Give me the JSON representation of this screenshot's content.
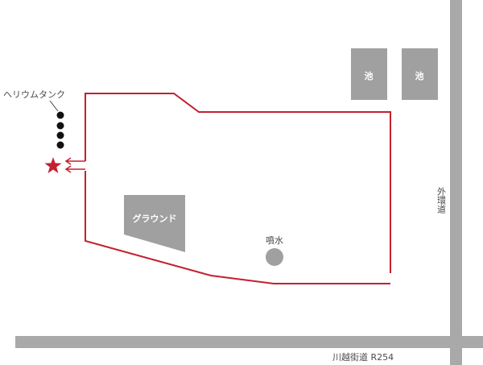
{
  "labels": {
    "helium_tank": "ヘリウムタンク",
    "pond_1": "池",
    "pond_2": "池",
    "ground": "グラウンド",
    "fountain": "噴水",
    "outer_ring_road": "外環道",
    "kawagoe_road": "川越街道 R254"
  },
  "colors": {
    "road": "#a9a9a9",
    "building": "#a0a0a0",
    "route": "#c4202f",
    "marker": "#c4202f",
    "tank": "#111111",
    "text": "#4a4a4a"
  },
  "icons": {
    "start_marker": "star-icon",
    "tank_dots": "helium-tank-icon",
    "route_arrows": "arrow-left-icon"
  }
}
